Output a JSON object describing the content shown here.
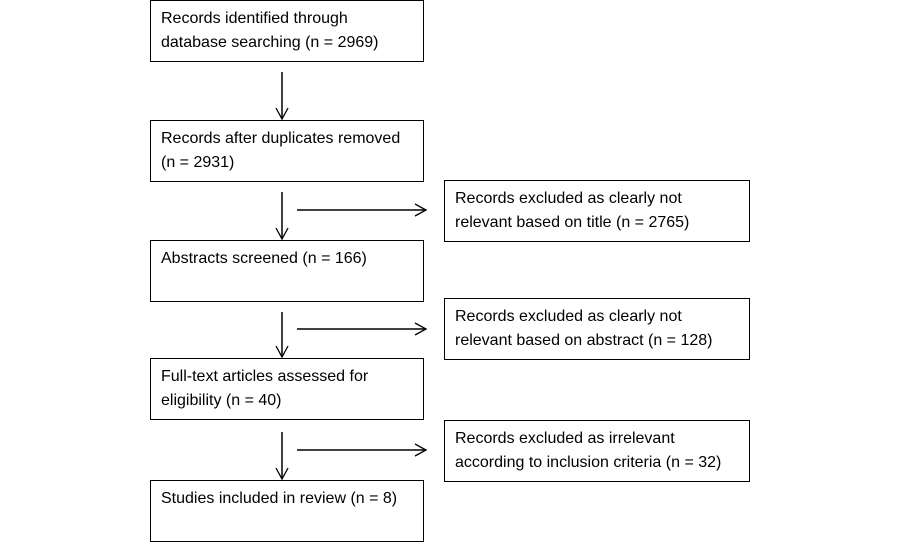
{
  "main_flow": [
    {
      "id": "identified",
      "text": "Records identified through database searching (n = 2969)"
    },
    {
      "id": "after_duplicates",
      "text": "Records after duplicates removed (n = 2931)"
    },
    {
      "id": "abstracts_screened",
      "text": "Abstracts screened (n = 166)"
    },
    {
      "id": "full_text_assessed",
      "text": "Full-text articles assessed for eligibility (n = 40)"
    },
    {
      "id": "included",
      "text": "Studies included in review (n = 8)"
    }
  ],
  "exclusions": [
    {
      "id": "excluded_title",
      "text": "Records excluded as clearly not relevant based on title (n = 2765)"
    },
    {
      "id": "excluded_abstract",
      "text": "Records excluded as clearly not relevant based on abstract (n = 128)"
    },
    {
      "id": "excluded_criteria",
      "text": "Records excluded as irrelevant according to inclusion criteria (n = 32)"
    }
  ],
  "colors": {
    "stroke": "#000000",
    "background": "#ffffff"
  }
}
